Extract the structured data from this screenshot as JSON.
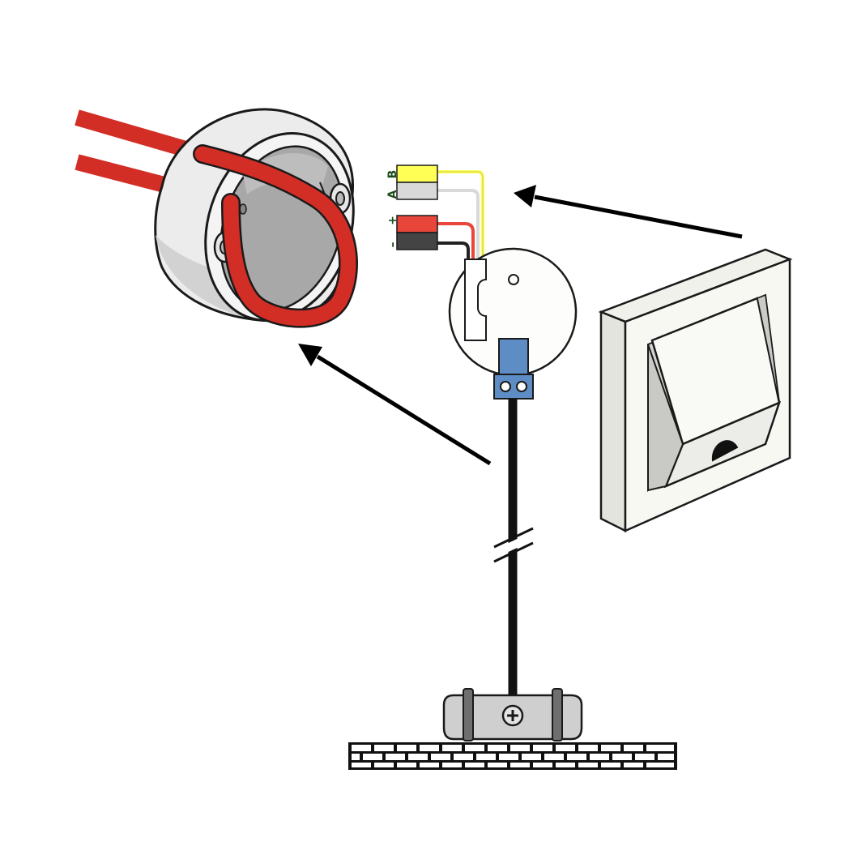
{
  "connector_labels": {
    "b": "B",
    "a": "A",
    "plus": "+",
    "minus": "–"
  },
  "colors": {
    "cable_red": "#d22e26",
    "wire_yellow": "#ffff55",
    "wire_white": "#d9d9d9",
    "wire_red": "#e8463a",
    "wire_black": "#222222",
    "terminal_blue": "#5e8cc4",
    "box_grey": "#e2e2e2",
    "arrow": "#000000",
    "label_text": "#1b4d1b"
  },
  "components": [
    "junction-box",
    "bus-connector-block",
    "sensor-module",
    "wall-switch",
    "cable-clamp",
    "wall"
  ]
}
